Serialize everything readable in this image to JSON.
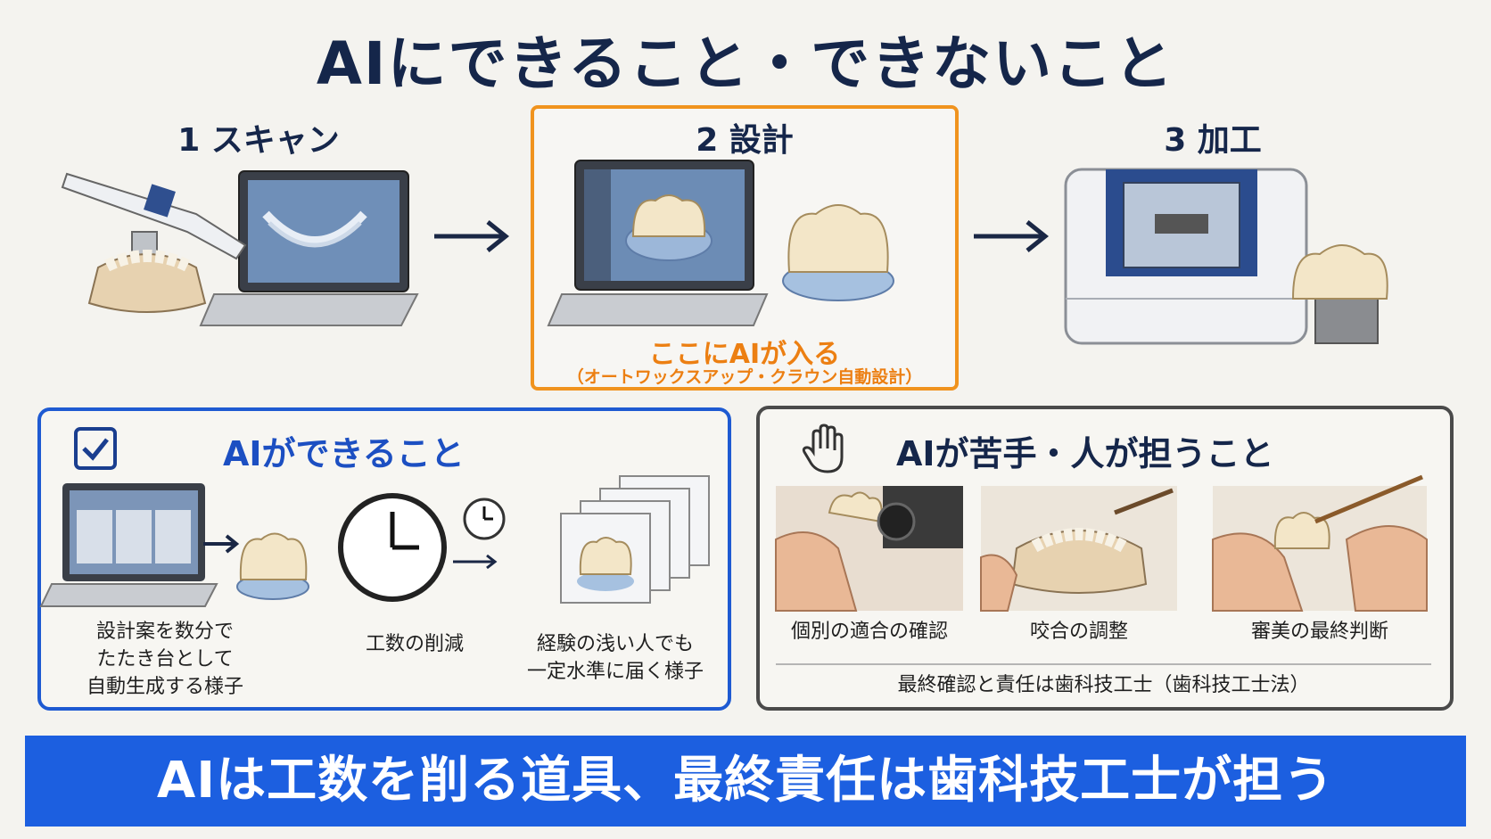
{
  "title": "AIにできること・できないこと",
  "steps": [
    {
      "label": "1 スキャン"
    },
    {
      "label": "2 設計"
    },
    {
      "label": "3 加工"
    }
  ],
  "ai_entry": {
    "main": "ここにAIが入る",
    "sub": "（オートワックスアップ・クラウン自動設計）"
  },
  "can_panel": {
    "title": "AIができること",
    "items": [
      {
        "caption_lines": [
          "設計案を数分で",
          "たたき台として",
          "自動生成する様子"
        ]
      },
      {
        "caption_lines": [
          "工数の削減"
        ]
      },
      {
        "caption_lines": [
          "経験の浅い人でも",
          "一定水準に届く様子"
        ]
      }
    ]
  },
  "cannot_panel": {
    "title": "AIが苦手・人が担うこと",
    "items": [
      {
        "caption": "個別の適合の確認"
      },
      {
        "caption": "咬合の調整"
      },
      {
        "caption": "審美の最終判断"
      }
    ],
    "note": "最終確認と責任は歯科技工士（歯科技工士法）"
  },
  "bottom_message": "AIは工数を削る道具、最終責任は歯科技工士が担う",
  "colors": {
    "navy": "#15264a",
    "orange": "#f0931e",
    "blue": "#1c5fe0",
    "gray_border": "#4a4a4a"
  },
  "icons": {
    "can_panel": "checkbox-icon",
    "cannot_panel": "raised-hand-icon"
  }
}
